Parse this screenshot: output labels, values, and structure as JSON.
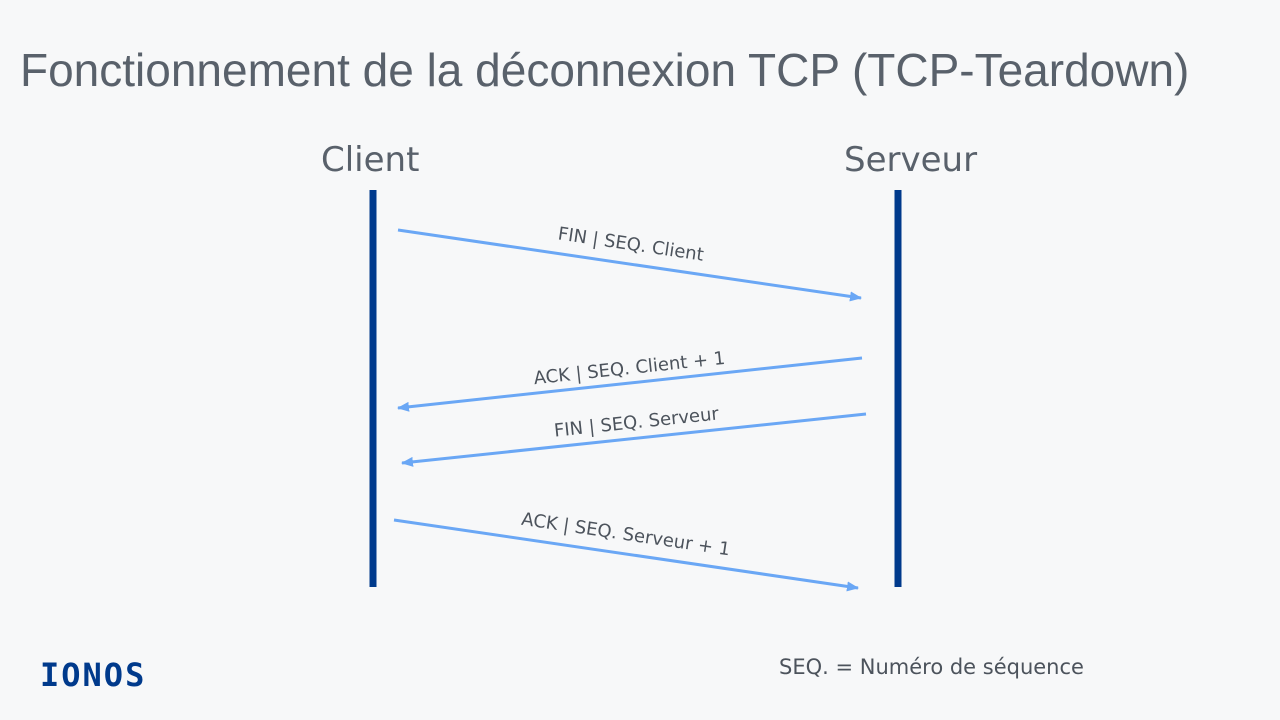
{
  "title": "Fonctionnement de la déconnexion TCP (TCP-Teardown)",
  "actors": {
    "client": "Client",
    "server": "Serveur"
  },
  "messages": [
    {
      "label": "FIN | SEQ. Client",
      "from": "Client",
      "to": "Serveur"
    },
    {
      "label": "ACK | SEQ. Client + 1",
      "from": "Serveur",
      "to": "Client"
    },
    {
      "label": "FIN | SEQ. Serveur",
      "from": "Serveur",
      "to": "Client"
    },
    {
      "label": "ACK | SEQ. Serveur + 1",
      "from": "Client",
      "to": "Serveur"
    }
  ],
  "footnote": "SEQ. = Numéro de séquence",
  "logo": "IONOS",
  "colors": {
    "lifeline": "#003a8c",
    "arrow": "#6aa7f5",
    "text": "#59616b",
    "background": "#f7f8f9"
  }
}
